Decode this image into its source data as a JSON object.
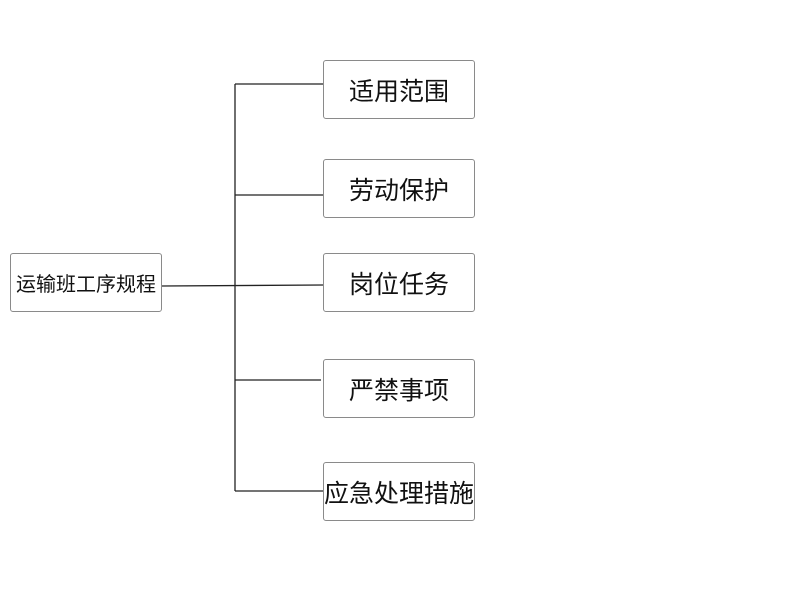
{
  "diagram": {
    "root": {
      "label": "运输班工序规程"
    },
    "children": [
      {
        "label": "适用范围"
      },
      {
        "label": "劳动保护"
      },
      {
        "label": "岗位任务"
      },
      {
        "label": "严禁事项"
      },
      {
        "label": "应急处理措施"
      }
    ]
  }
}
